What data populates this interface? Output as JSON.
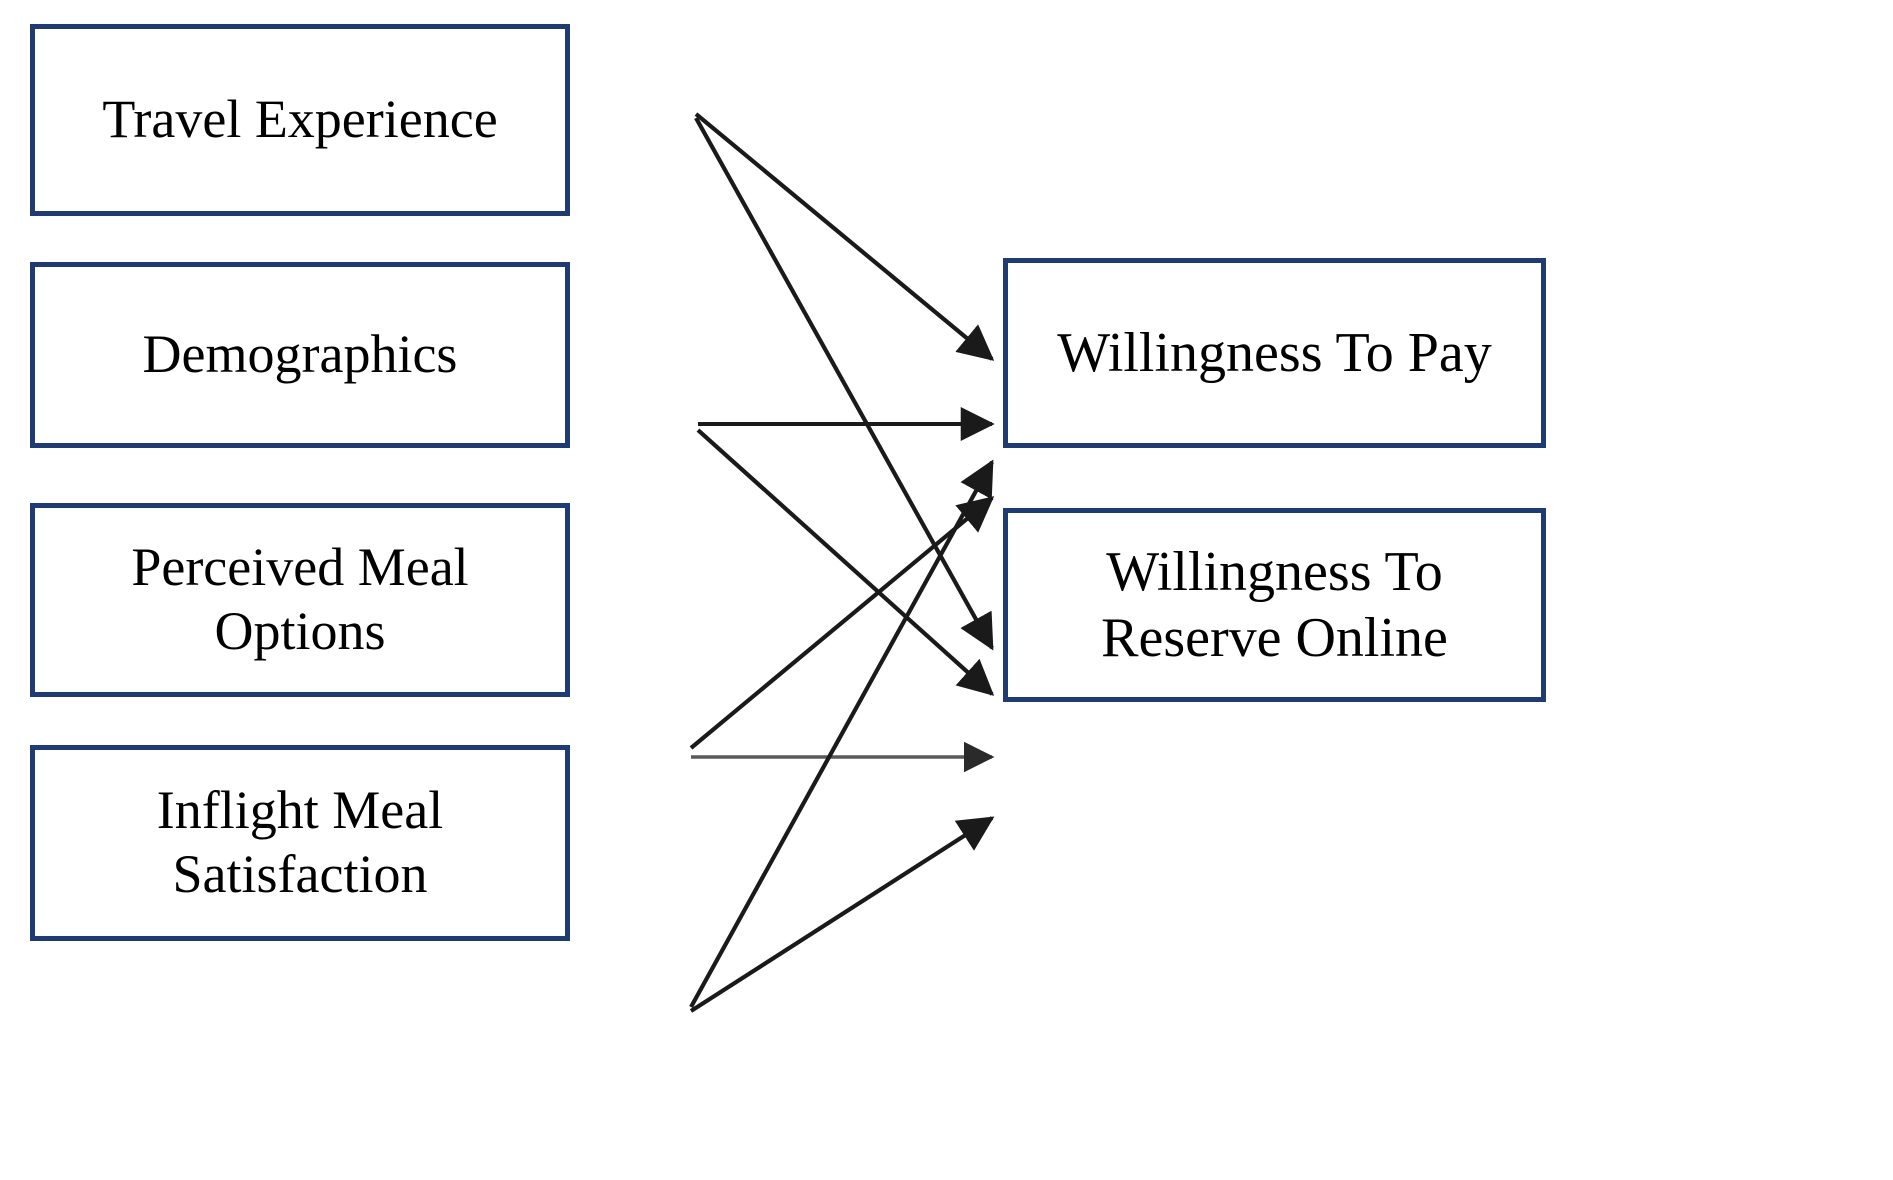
{
  "diagram": {
    "type": "conceptual-model-path-diagram",
    "title": "",
    "background_color": "#ffffff",
    "box_border_color": "#1f3b73",
    "box_fill_color": "#ffffff",
    "arrow_color": "#1a1a1a",
    "arrow_color_light": "#5a5a5a",
    "text_color": "#000000",
    "predictors": [
      {
        "id": "travel-experience",
        "label": "Travel Experience"
      },
      {
        "id": "demographics",
        "label": "Demographics"
      },
      {
        "id": "perceived-meal-options",
        "label": "Perceived Meal\nOptions"
      },
      {
        "id": "inflight-meal-satisfaction",
        "label": "Inflight Meal\nSatisfaction"
      }
    ],
    "outcomes": [
      {
        "id": "willingness-to-pay",
        "label": "Willingness To Pay"
      },
      {
        "id": "willingness-to-reserve-online",
        "label": "Willingness To\nReserve Online"
      }
    ],
    "edges": [
      {
        "from": "travel-experience",
        "to": "willingness-to-pay"
      },
      {
        "from": "travel-experience",
        "to": "willingness-to-reserve-online"
      },
      {
        "from": "demographics",
        "to": "willingness-to-pay"
      },
      {
        "from": "demographics",
        "to": "willingness-to-reserve-online"
      },
      {
        "from": "perceived-meal-options",
        "to": "willingness-to-pay"
      },
      {
        "from": "perceived-meal-options",
        "to": "willingness-to-reserve-online"
      },
      {
        "from": "inflight-meal-satisfaction",
        "to": "willingness-to-pay"
      },
      {
        "from": "inflight-meal-satisfaction",
        "to": "willingness-to-reserve-online"
      }
    ],
    "edge_count": 8
  },
  "chart_data": {
    "type": "diagram",
    "title": "",
    "nodes": [
      {
        "id": "travel-experience",
        "label": "Travel Experience",
        "column": "left",
        "order": 1
      },
      {
        "id": "demographics",
        "label": "Demographics",
        "column": "left",
        "order": 2
      },
      {
        "id": "perceived-meal-options",
        "label": "Perceived Meal Options",
        "column": "left",
        "order": 3
      },
      {
        "id": "inflight-meal-satisfaction",
        "label": "Inflight Meal Satisfaction",
        "column": "left",
        "order": 4
      },
      {
        "id": "willingness-to-pay",
        "label": "Willingness To Pay",
        "column": "right",
        "order": 1
      },
      {
        "id": "willingness-to-reserve-online",
        "label": "Willingness To Reserve Online",
        "column": "right",
        "order": 2
      }
    ],
    "links": [
      {
        "source": "Travel Experience",
        "target": "Willingness To Pay"
      },
      {
        "source": "Travel Experience",
        "target": "Willingness To Reserve Online"
      },
      {
        "source": "Demographics",
        "target": "Willingness To Pay"
      },
      {
        "source": "Demographics",
        "target": "Willingness To Reserve Online"
      },
      {
        "source": "Perceived Meal Options",
        "target": "Willingness To Pay"
      },
      {
        "source": "Perceived Meal Options",
        "target": "Willingness To Reserve Online"
      },
      {
        "source": "Inflight Meal Satisfaction",
        "target": "Willingness To Pay"
      },
      {
        "source": "Inflight Meal Satisfaction",
        "target": "Willingness To Reserve Online"
      }
    ]
  }
}
